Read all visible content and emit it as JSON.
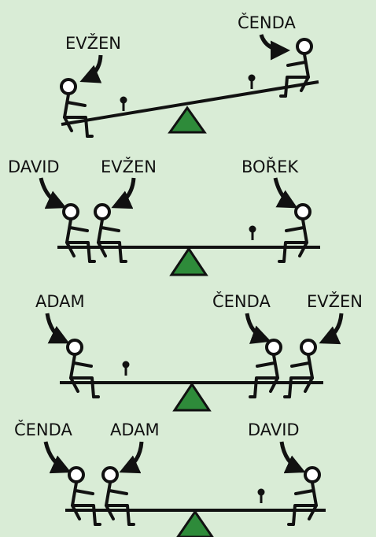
{
  "colors": {
    "background": "#d9ecd6",
    "fulcrum": "#2e8b3a",
    "ink": "#111111"
  },
  "icons": {
    "fulcrum": "green-triangle-icon",
    "pointer": "curved-arrow-icon",
    "person": "stick-figure-icon"
  },
  "scenes": [
    {
      "labels": [
        "EVŽEN",
        "ČENDA"
      ]
    },
    {
      "labels": [
        "DAVID",
        "EVŽEN",
        "BOŘEK"
      ]
    },
    {
      "labels": [
        "ADAM",
        "ČENDA",
        "EVŽEN"
      ]
    },
    {
      "labels": [
        "ČENDA",
        "ADAM",
        "DAVID"
      ]
    }
  ]
}
